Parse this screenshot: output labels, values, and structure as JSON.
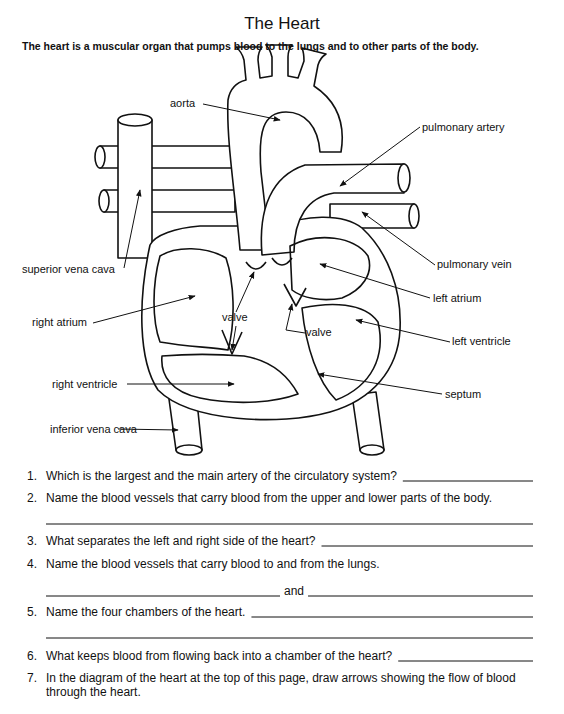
{
  "diagram": {
    "title": "The Heart",
    "labels": [
      "The heart is a muscular organ that pumps blood to the lungs and to other parts of the body.",
      "aorta",
      "pulmonary artery",
      "superior vena cava",
      "pulmonary vein",
      "left atrium",
      "right atrium",
      "valve",
      "valve",
      "left ventricle",
      "right ventricle",
      "septum",
      "inferior vena cava",
      "1.",
      "Which is the largest and the main artery of the circulatory system?",
      "2.",
      "Name the blood vessels that carry blood from the upper and lower parts of the body.",
      "3.",
      "What separates the left and right side of the heart?",
      "4.",
      "Name the blood vessels that carry blood to and from the lungs.",
      "and",
      "5.",
      "Name the four chambers of the heart.",
      "6.",
      "What keeps blood from flowing back into a chamber of the heart?",
      "7.",
      "In the diagram of the heart at the top of this page, draw arrows showing the flow of blood through the heart."
    ]
  }
}
